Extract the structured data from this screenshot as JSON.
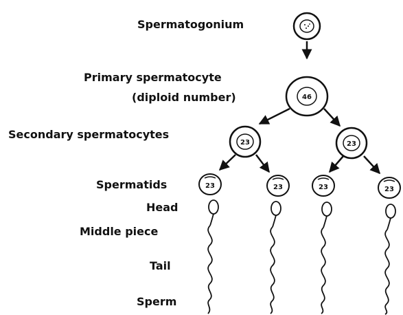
{
  "labels": {
    "spermatogonium": "Spermatogonium",
    "primary_line1": "Primary spermatocyte",
    "primary_line2": "(diploid number)",
    "secondary": "Secondary spermatocytes",
    "spermatids": "Spermatids",
    "head": "Head",
    "middle_piece": "Middle piece",
    "tail": "Tail",
    "sperm": "Sperm"
  },
  "cells": {
    "primary_number": "46",
    "secondary_number": "23",
    "spermatid_number": "23"
  },
  "colors": {
    "ink": "#111111",
    "background": "#ffffff"
  }
}
